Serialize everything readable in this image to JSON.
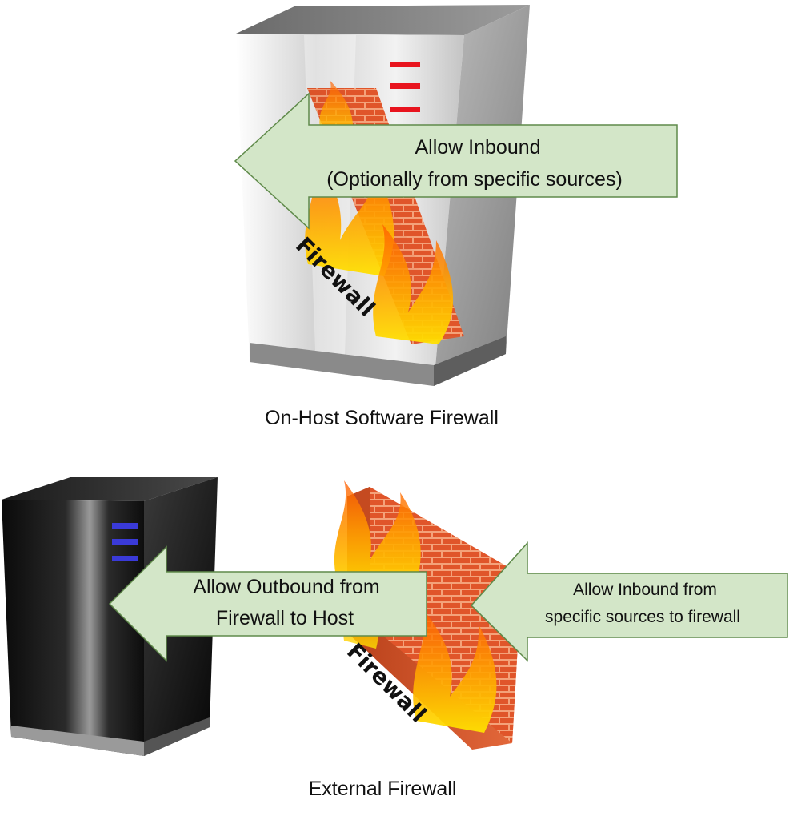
{
  "scenarios": [
    {
      "caption": "On-Host Software Firewall",
      "firewall_label": "Firewall",
      "arrow": {
        "line1": "Allow Inbound",
        "line2": "(Optionally from specific sources)"
      }
    },
    {
      "caption": "External Firewall",
      "firewall_label": "Firewall",
      "arrow_outbound": {
        "line1": "Allow Outbound from",
        "line2": "Firewall to Host"
      },
      "arrow_inbound": {
        "line1": "Allow Inbound from",
        "line2": "specific sources to firewall"
      }
    }
  ],
  "colors": {
    "arrow_fill": "#d3e6c8",
    "arrow_stroke": "#5f8a4a",
    "brick": "#e0552a",
    "mortar": "#f4a27a",
    "flame_outer": "#ff7a00",
    "flame_inner": "#ffd200",
    "server_light": "#e8e8e8",
    "server_dark": "#151515",
    "light_indicator": "#e8141e",
    "dark_indicator": "#3a3ad8"
  }
}
